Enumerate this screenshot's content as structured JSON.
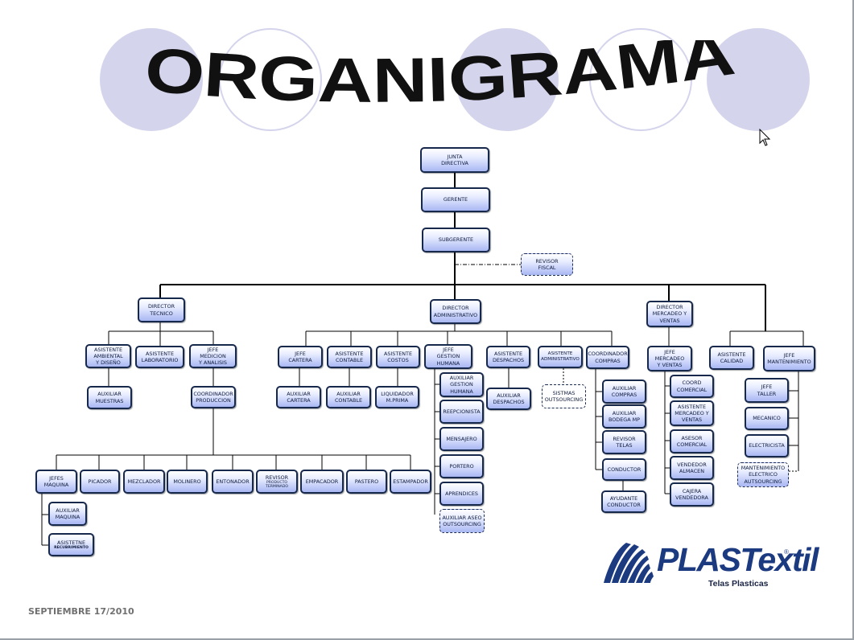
{
  "title": "ORGANIGRAMA",
  "date": "SEPTIEMBRE 17/2010",
  "logo": {
    "name": "PLASTextil",
    "registered": "®",
    "tagline": "Telas Plasticas"
  },
  "colors": {
    "title": "#111111",
    "circle": "#d4d4ec",
    "box_border": "#16284c",
    "box_fill_top": "#ffffff",
    "box_fill_bottom": "#a9b7f3",
    "logo": "#1c3a80"
  },
  "nodes": {
    "junta": "JUNTA\nDIRECTIVA",
    "gerente": "GERENTE",
    "subgerente": "SUBGERENTE",
    "revisor_fiscal": "REVISOR\nFISCAL",
    "director_tecnico": "DIRECTOR\nTECNICO",
    "director_administrativo": "DIRECTOR\nADMINISTRATIVO",
    "director_mercadeo": "DIRECTOR\nMERCADEO  Y\nVENTAS",
    "asistente_ambiental": "ASISTENTE\nAMBIENTAL\nY DISEÑO",
    "asistente_laboratorio": "ASISTENTE\nLABORATORIO",
    "jefe_medicion": "JEFE\nMEDICION\nY ANALISIS",
    "auxiliar_muestras": "AUXILIAR\nMUESTRAS",
    "coordinador_produccion": "COORDINADOR\nPRODUCCION",
    "jefes_maquina": "JEFES\nMAQUINA",
    "picador": "PICADOR",
    "mezclador": "MEZCLADOR",
    "molinero": "MOLINERO",
    "entonador": "ENTONADOR",
    "revisor_producto": "REVISOR",
    "revisor_producto_sub": "PRODUCTO\nTERMINADO",
    "empacador": "EMPACADOR",
    "pastero": "PASTERO",
    "estampador": "ESTAMPADOR",
    "auxiliar_maquina": "AUXILIAR\nMAQUINA",
    "asistente_recubrimiento": "ASISTETNE",
    "asistente_recubrimiento_sub": "RECUBRIMIENTO",
    "jefe_cartera": "JEFE\nCARTERA",
    "asistente_contable": "ASISTENTE\nCONTABLE",
    "asistente_costos": "ASISTENTE\nCOSTOS",
    "jefe_gestion_humana": "JEFE\nGESTION\nHUMANA",
    "asistente_despachos": "ASISTENTE\nDESPACHOS",
    "asistente_administrativo": "ASISTENTE\nADMINISTRATIVO",
    "coordinador_compras": "COORDINADOR\nCOMPRAS",
    "auxiliar_cartera": "AUXILIAR\nCARTERA",
    "auxiliar_contable": "AUXILIAR\nCONTABLE",
    "liquidador": "LIQUIDADOR\nM.PRIMA",
    "auxiliar_gestion_humana": "AUXILIAR\nGESTION\nHUMANA",
    "recepcionista": "REEPCIONISTA",
    "mensajero": "MENSAJERO",
    "portero": "PORTERO",
    "aprendices": "APRENDICES",
    "auxiliar_aseo": "AUXILIAR ASEO\nOUTSOURCING",
    "auxiliar_despachos": "AUXILIAR\nDESPACHOS",
    "sistemas_outsourcing": "SISTMAS\nOUTSOURCING",
    "auxiliar_compras": "AUXILIAR\nCOMPRAS",
    "auxiliar_bodega": "AUXILIAR\nBODEGA MP",
    "revisor_telas": "REVISOR\nTELAS",
    "conductor": "CONDUCTOR",
    "ayudante_conductor": "AYUDANTE\nCONDUCTOR",
    "jefe_mercadeo": "JEFE\nMERCADEO\nY VENTAS",
    "coord_comercial": "COORD\nCOMERCIAL",
    "asistente_mercadeo": "ASISTENTE\nMERCADEO  Y\nVENTAS",
    "asesor_comercial": "ASESOR\nCOMERCIAL",
    "vendedor_almacen": "VENDEDOR\nALMACEN",
    "cajera_vendedora": "CAJERA\nVENDEDORA",
    "asistente_calidad": "ASISTENTE\nCALIDAD",
    "jefe_mantenimiento": "JEFE\nMANTENIMIENTO",
    "jefe_taller": "JEFE\nTALLER",
    "mecanico": "MECANICO",
    "electricista": "ELECTRICISTA",
    "mantenimiento_electrico": "MANTENIMIENTO\nELECTRICO\nAUTSOURCING"
  }
}
